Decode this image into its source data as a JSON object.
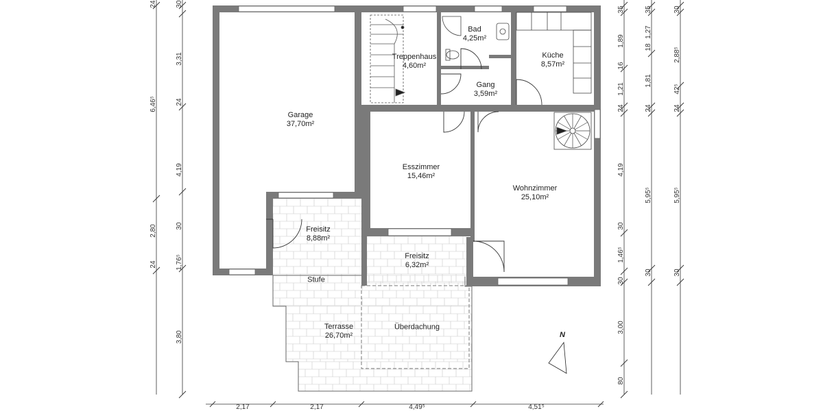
{
  "rooms": {
    "garage": {
      "name": "Garage",
      "area": "37,70m²"
    },
    "treppenhaus": {
      "name": "Treppenhaus",
      "area": "4,60m²"
    },
    "bad": {
      "name": "Bad",
      "area": "4,25m²"
    },
    "gang": {
      "name": "Gang",
      "area": "3,59m²"
    },
    "kueche": {
      "name": "Küche",
      "area": "8,57m²"
    },
    "esszimmer": {
      "name": "Esszimmer",
      "area": "15,46m²"
    },
    "wohnzimmer": {
      "name": "Wohnzimmer",
      "area": "25,10m²"
    },
    "freisitz_links": {
      "name": "Freisitz",
      "area": "8,88m²"
    },
    "freisitz_mitte": {
      "name": "Freisitz",
      "area": "6,32m²"
    },
    "terrasse": {
      "name": "Terrasse",
      "area": "26,70m²"
    }
  },
  "labels": {
    "stufe": "Stufe",
    "ueberdachung": "Überdachung",
    "north": "N"
  },
  "dimensions": {
    "left_outer": [
      "24",
      "6,46⁵"
    ],
    "left_inner": [
      "30",
      "3,31",
      "24",
      "4,19",
      "30",
      "2,80",
      "1,76⁵",
      "24",
      "3,80"
    ],
    "right_a": [
      "35",
      "1,89",
      "16",
      "1,21",
      "24",
      "4,19",
      "30",
      "1,46⁵",
      "30",
      "3,00",
      "80"
    ],
    "right_b": [
      "35",
      "1,27",
      "18",
      "1,81",
      "24",
      "5,95⁵",
      "30"
    ],
    "right_c": [
      "30",
      "2,88⁵",
      "42⁵",
      "24",
      "5,95⁵",
      "30"
    ],
    "bottom": [
      "2,17",
      "2,17",
      "4,49⁵",
      "4,51⁵"
    ]
  },
  "colors": {
    "wall": "#7a7a7a",
    "line": "#333333",
    "paving": "#c8c8c8"
  }
}
